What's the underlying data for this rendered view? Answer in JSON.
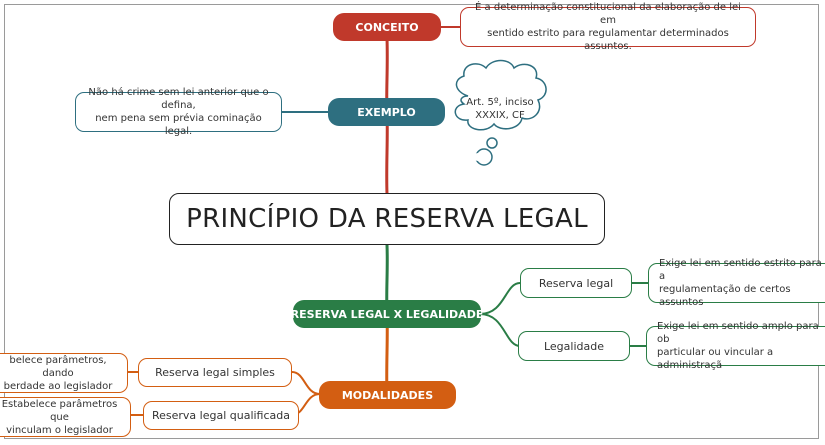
{
  "title": "PRINCÍPIO DA RESERVA LEGAL",
  "conceito": {
    "label": "CONCEITO",
    "text": "É a determinação constitucional da elaboração de lei em\nsentido estrito para regulamentar determinados assuntos."
  },
  "exemplo": {
    "label": "EXEMPLO",
    "text": "Não há crime sem lei anterior que o defina,\nnem pena sem prévia cominação legal.",
    "cloud": "Art. 5º, inciso\nXXXIX, CF"
  },
  "reserva_x_legalidade": {
    "label": "RESERVA LEGAL X LEGALIDADE",
    "items": [
      {
        "label": "Reserva legal",
        "text": "Exige lei em sentido estrito para a\nregulamentação de certos assuntos"
      },
      {
        "label": "Legalidade",
        "text": "Exige lei em sentido amplo para ob\nparticular ou vincular a administraçã"
      }
    ]
  },
  "modalidades": {
    "label": "MODALIDADES",
    "items": [
      {
        "label": "Reserva legal simples",
        "text": "belece parâmetros, dando\nberdade ao legislador"
      },
      {
        "label": "Reserva legal qualificada",
        "text": "Estabelece parâmetros que\nvinculam o legislador"
      }
    ]
  },
  "colors": {
    "conceito": "#c0392b",
    "exemplo": "#2e6f80",
    "reserva_x_legalidade": "#2a7d46",
    "modalidades": "#d35e12"
  }
}
